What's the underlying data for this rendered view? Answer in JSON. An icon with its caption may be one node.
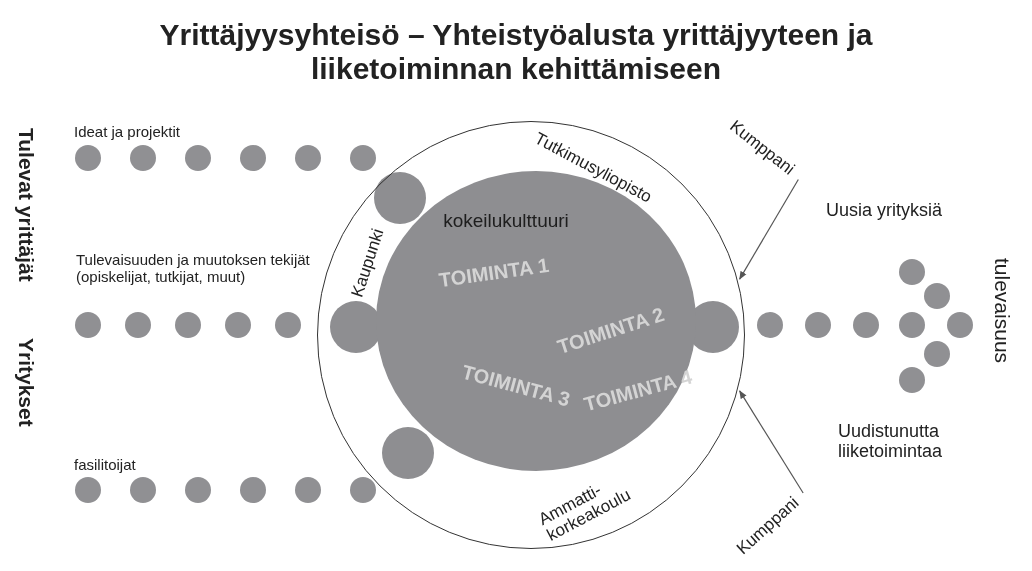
{
  "diagram": {
    "title": "Yrittäjyysyhteisö – Yhteistyöalusta yrittäjyyteen ja liiketoiminnan kehittämiseen",
    "nodes": [
      {
        "text": [
          "Tutkimusyliopisto",
          "Kaupunki",
          "Ammatti- korkeakoulu"
        ]
      },
      {
        "text": [
          "kokeilukulttuuri",
          "TOIMINTA 1",
          "TOIMINTA 2",
          "TOIMINTA 3",
          "TOIMINTA 4"
        ],
        "in": 0
      },
      {
        "text": [
          "Kumppani"
        ]
      },
      {
        "text": [
          "Kumppani"
        ]
      }
    ],
    "edges": [
      {
        "from": 2,
        "to": 0,
        "arrow": "to"
      },
      {
        "from": 3,
        "to": 0,
        "arrow": "to"
      }
    ],
    "labels": [
      "Tulevat yrittäjät",
      "Yritykset",
      "Ideat ja projektit",
      "Tulevaisuuden ja muutoksen tekijät (opiskelijat, tutkijat, muut)",
      "fasilitoijat",
      "Uusia yrityksiä",
      "Uudistunutta liiketoimintaa",
      "tulevaisuus"
    ]
  }
}
